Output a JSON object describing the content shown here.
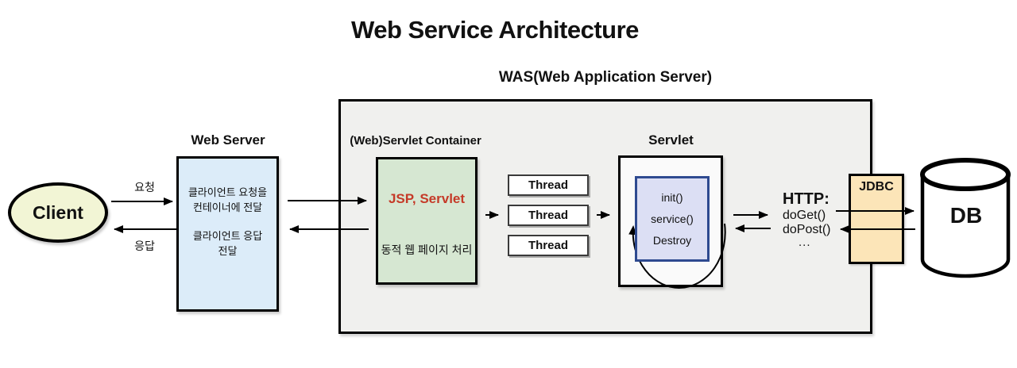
{
  "title": "Web Service Architecture",
  "was": {
    "label": "WAS(Web Application Server)"
  },
  "client": {
    "label": "Client"
  },
  "flows": {
    "request": "요청",
    "response": "응답"
  },
  "web_server": {
    "title": "Web Server",
    "para1": "클라이언트 요청을\n컨테이너에 전달",
    "para2": "클라이언트 응답\n전달"
  },
  "servlet_container": {
    "title": "(Web)Servlet Container",
    "heading": "JSP, Servlet",
    "desc": "동적 웹 페이지 처리"
  },
  "threads": [
    "Thread",
    "Thread",
    "Thread"
  ],
  "servlet": {
    "title": "Servlet",
    "methods": [
      "init()",
      "service()",
      "Destroy"
    ]
  },
  "http": {
    "title": "HTTP:",
    "lines": [
      "doGet()",
      "doPost()",
      "..."
    ]
  },
  "jdbc": {
    "label": "JDBC"
  },
  "db": {
    "label": "DB"
  },
  "colors": {
    "was_fill": "#f0f0ee",
    "client_fill": "#f2f5d5",
    "web_server_fill": "#dcecf9",
    "container_fill": "#d6e7d2",
    "servlet_outer_fill": "#fafafa",
    "servlet_inner_fill": "#dcdff4",
    "servlet_inner_border": "#2e4a90",
    "jdbc_fill": "#fce5b8",
    "accent_red": "#c53a28",
    "line": "#000000"
  }
}
